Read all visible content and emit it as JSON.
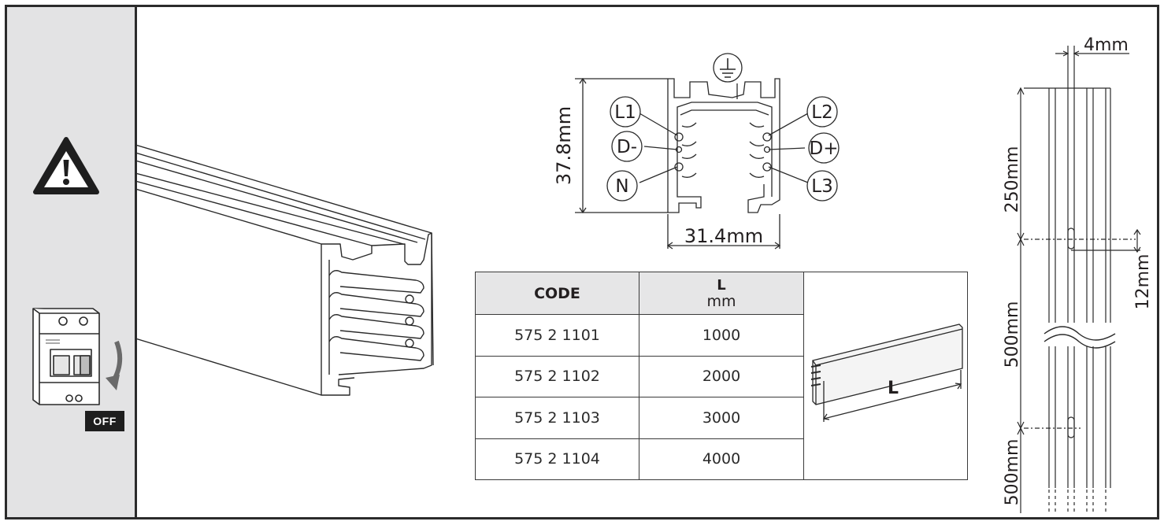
{
  "sidebar": {
    "warning_icon": "warning-triangle-icon",
    "breaker_icon": "circuit-breaker-icon",
    "off_label": "OFF"
  },
  "profile": {
    "height_label": "37.8mm",
    "width_label": "31.4mm",
    "conductors": [
      "L1",
      "D-",
      "N",
      "L2",
      "D+",
      "L3"
    ],
    "ground_icon": "earth-ground-icon"
  },
  "table": {
    "headers": {
      "code": "CODE",
      "length": "L",
      "length_unit": "mm"
    },
    "rows": [
      {
        "code": "575 2 1101",
        "length": "1000"
      },
      {
        "code": "575 2 1102",
        "length": "2000"
      },
      {
        "code": "575 2 1103",
        "length": "3000"
      },
      {
        "code": "575 2 1104",
        "length": "4000"
      }
    ],
    "track_label": "L"
  },
  "mounting": {
    "thickness_label": "4mm",
    "first_hole_label": "250mm",
    "slot_label": "12mm",
    "spacing_label": "500mm",
    "spacing_label_2": "500mm"
  }
}
